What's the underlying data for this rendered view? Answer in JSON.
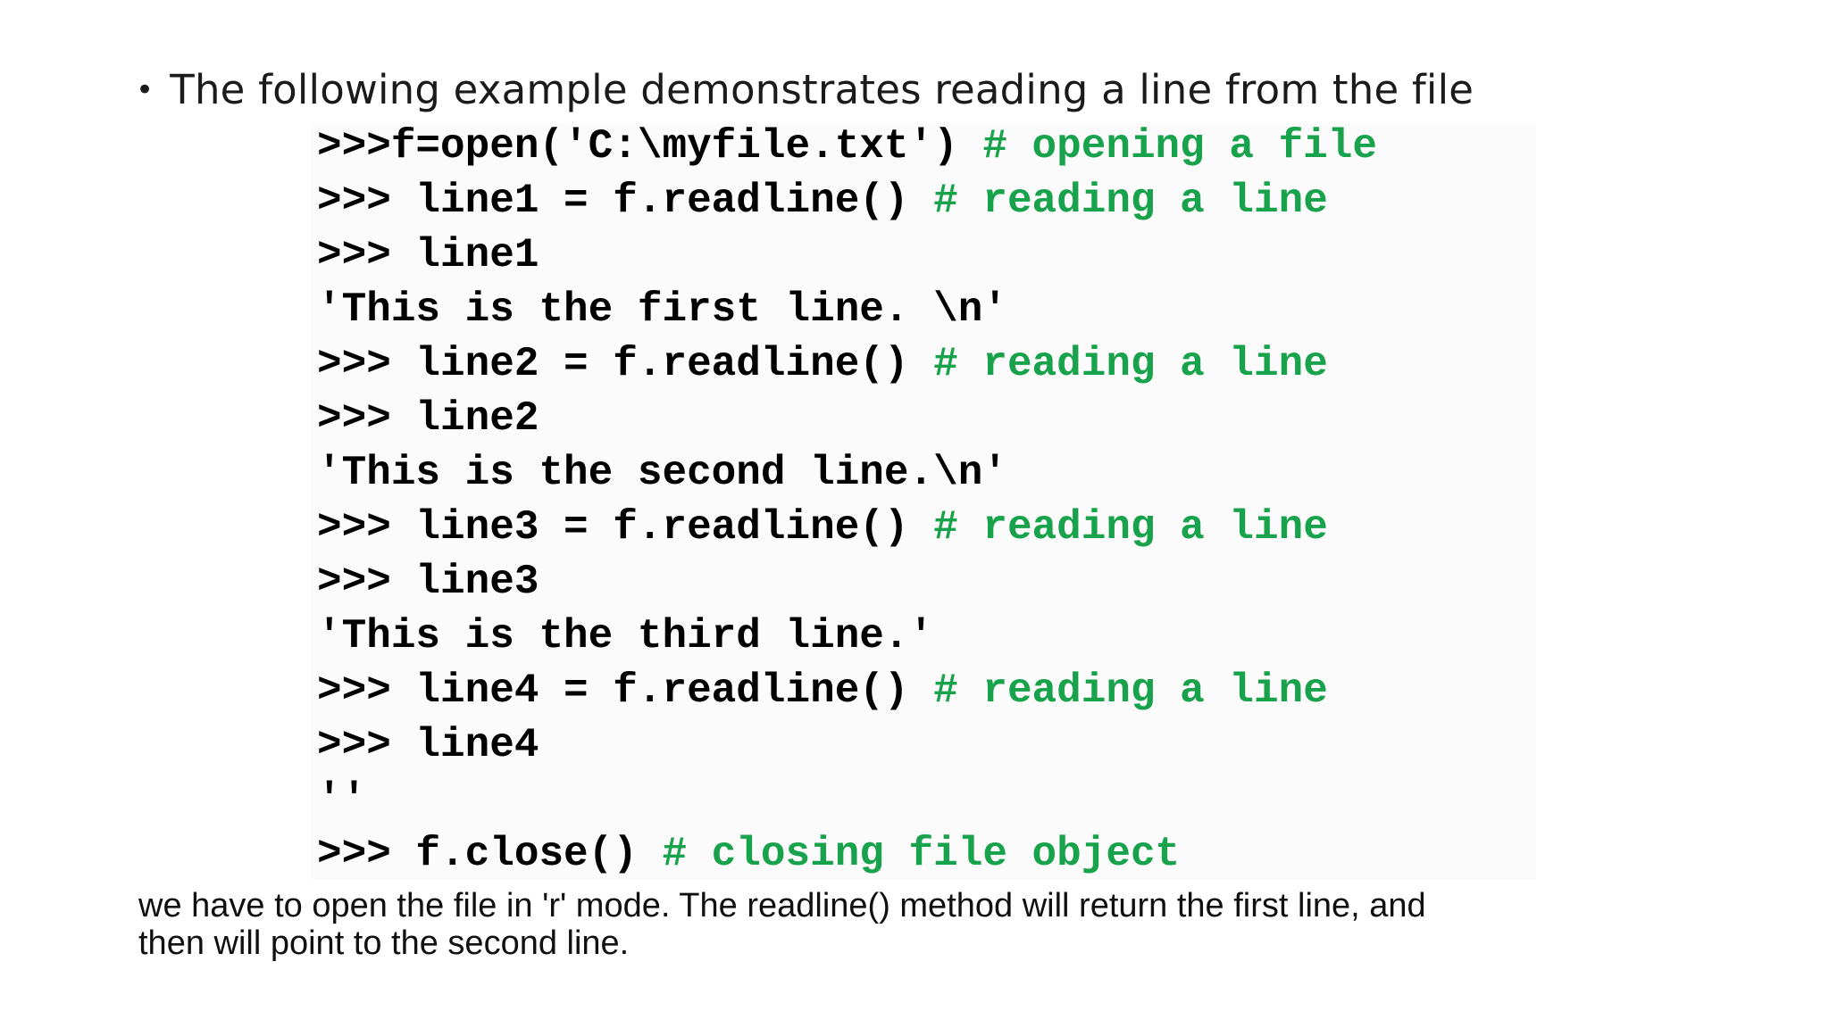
{
  "colors": {
    "background": "#ffffff",
    "body_text": "#161616",
    "code_text": "#000000",
    "comment_green": "#17a24b"
  },
  "bullet": {
    "marker": "•",
    "text": "The following example demonstrates reading a line from the file"
  },
  "code": {
    "lines": [
      {
        "code": ">>>f=open('C:\\myfile.txt') ",
        "comment": "# opening a file"
      },
      {
        "code": ">>> line1 = f.readline() ",
        "comment": "# reading a line"
      },
      {
        "code": ">>> line1",
        "comment": ""
      },
      {
        "code": "'This is the first line. \\n'",
        "comment": ""
      },
      {
        "code": ">>> line2 = f.readline() ",
        "comment": "# reading a line"
      },
      {
        "code": ">>> line2",
        "comment": ""
      },
      {
        "code": "'This is the second line.\\n'",
        "comment": ""
      },
      {
        "code": ">>> line3 = f.readline() ",
        "comment": "# reading a line"
      },
      {
        "code": ">>> line3",
        "comment": ""
      },
      {
        "code": "'This is the third line.'",
        "comment": ""
      },
      {
        "code": ">>> line4 = f.readline() ",
        "comment": "# reading a line"
      },
      {
        "code": ">>> line4",
        "comment": ""
      },
      {
        "code": "''",
        "comment": ""
      },
      {
        "code": ">>> f.close() ",
        "comment": "# closing file object"
      }
    ]
  },
  "footer": {
    "lines": [
      "we have to open the file in 'r' mode. The readline() method will return the first line, and",
      "then will point to the second line."
    ]
  }
}
